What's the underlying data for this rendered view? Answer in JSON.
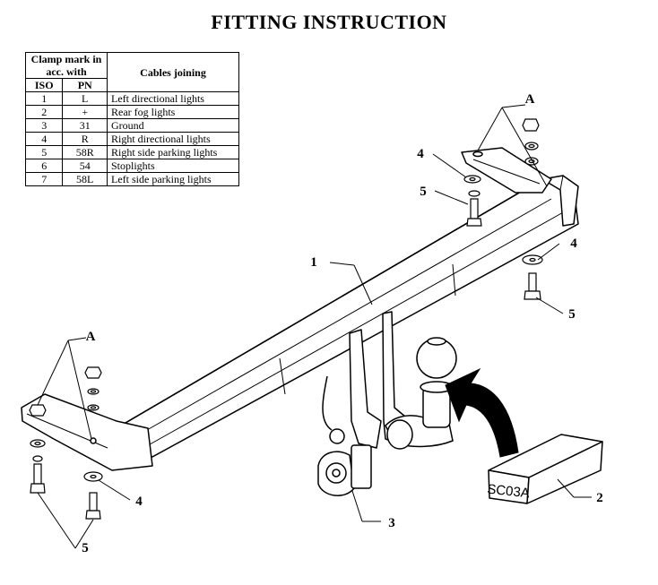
{
  "title": "FITTING INSTRUCTION",
  "table": {
    "header_clamp": "Clamp mark in acc. with",
    "header_cables": "Cables joining",
    "header_iso": "ISO",
    "header_pn": "PN",
    "rows": [
      {
        "iso": "1",
        "pn": "L",
        "cable": "Left directional lights"
      },
      {
        "iso": "2",
        "pn": "+",
        "cable": "Rear fog lights"
      },
      {
        "iso": "3",
        "pn": "31",
        "cable": "Ground"
      },
      {
        "iso": "4",
        "pn": "R",
        "cable": "Right directional lights"
      },
      {
        "iso": "5",
        "pn": "58R",
        "cable": "Right side parking lights"
      },
      {
        "iso": "6",
        "pn": "54",
        "cable": "Stoplights"
      },
      {
        "iso": "7",
        "pn": "58L",
        "cable": "Left side parking lights"
      }
    ]
  },
  "labels": {
    "a_top": "A",
    "a_left": "A",
    "bar": "1",
    "box": "2",
    "socket": "3",
    "washer_top": "4",
    "washer_right": "4",
    "washer_bottom": "4",
    "bolt_top": "5",
    "bolt_right": "5",
    "bolt_bottom": "5"
  },
  "box_code": "SC03A"
}
